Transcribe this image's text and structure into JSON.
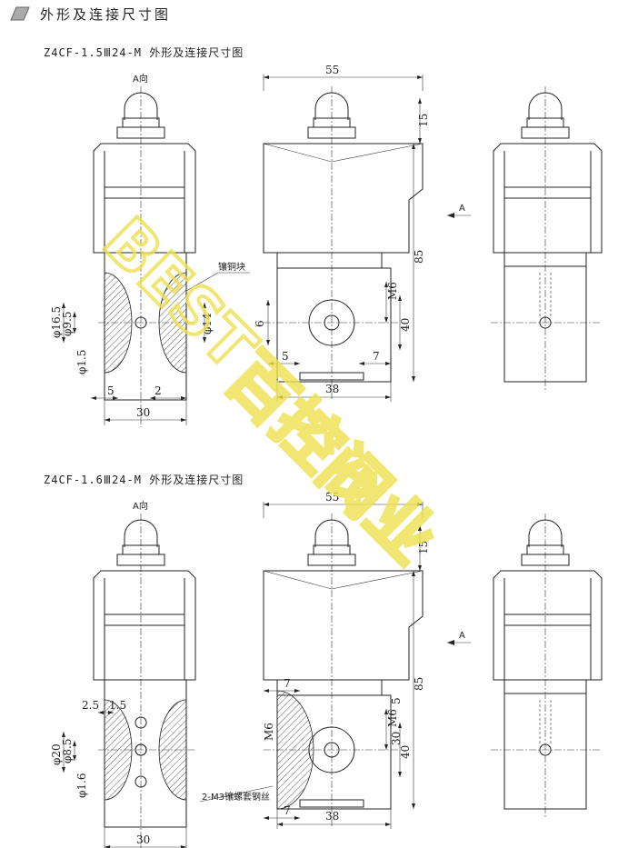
{
  "header": {
    "title": "外形及连接尺寸图",
    "icon": "parallelogram-icon"
  },
  "watermark": {
    "text1": "BEST",
    "text2": "百控阀业",
    "color": "#f0e050"
  },
  "sections": [
    {
      "title": "Z4CF-1.5Ⅲ24-M 外形及连接尺寸图",
      "view_label": "A向",
      "arrow_label": "A",
      "dims": {
        "width_55": "55",
        "h15": "15",
        "h85": "85",
        "m6": "M6",
        "h40": "40",
        "d6": "6",
        "d5": "5",
        "d7": "7",
        "w38": "38",
        "w30": "30",
        "l5": "5",
        "l2": "2",
        "phi165": "φ16.5",
        "phi95": "φ9.5",
        "phi15": "φ1.5",
        "phi14": "φ14",
        "note": "镶铜块"
      }
    },
    {
      "title": "Z4CF-1.6Ⅲ24-M 外形及连接尺寸图",
      "view_label": "A向",
      "arrow_label": "A",
      "dims": {
        "width_55": "55",
        "h15": "15",
        "h85": "85",
        "m6": "M6",
        "h40": "40",
        "h30": "30",
        "h5": "5",
        "d7a": "7",
        "d7b": "7",
        "w38": "38",
        "w30": "30",
        "l25": "2.5",
        "l15": "1.5",
        "phi20": "φ20",
        "phi85": "φ8.5",
        "phi16": "φ1.6",
        "note": "2-M3镶螺套钢丝"
      }
    }
  ]
}
